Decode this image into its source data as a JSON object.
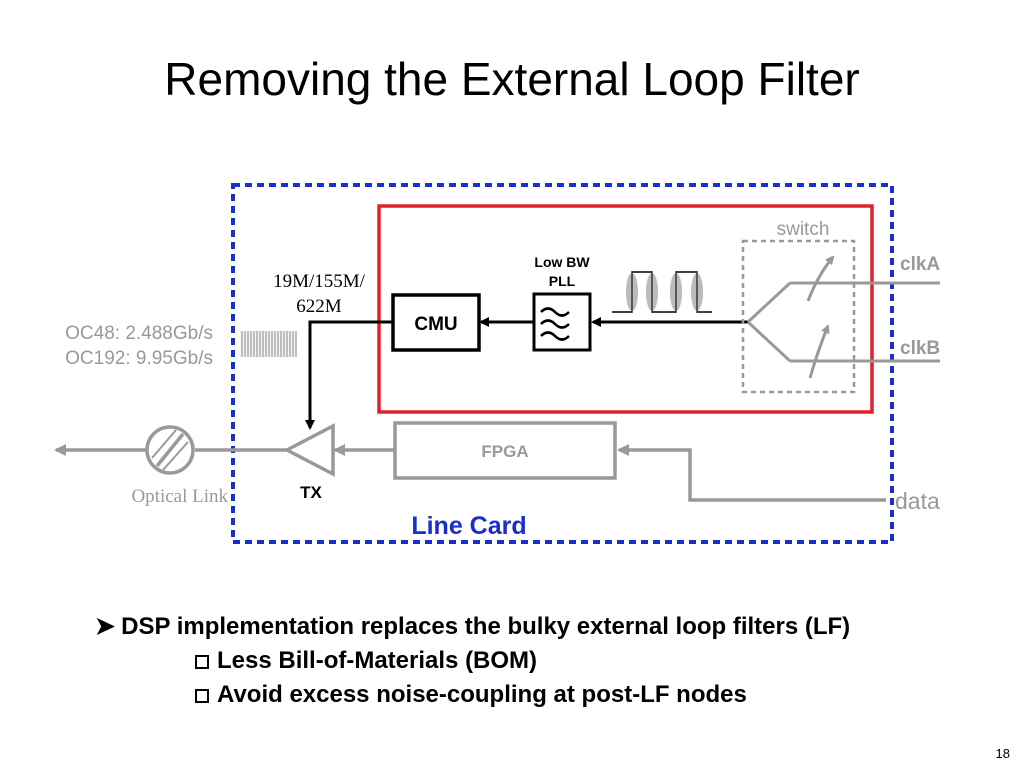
{
  "title": "Removing the External Loop Filter",
  "diagram": {
    "line_card_label": "Line Card",
    "cmu_label": "CMU",
    "pll_label_line1": "Low BW",
    "pll_label_line2": "PLL",
    "switch_label": "switch",
    "clka_label": "clkA",
    "clkb_label": "clkB",
    "freq_line1": "19M/155M/",
    "freq_line2": "622M",
    "oc48_label": "OC48: 2.488Gb/s",
    "oc192_label": "OC192: 9.95Gb/s",
    "fpga_label": "FPGA",
    "tx_label": "TX",
    "optical_link_label": "Optical Link",
    "data_label": "data",
    "colors": {
      "line_card_border": "#1a2ecc",
      "red_box": "#e0202a",
      "gray": "#999999",
      "line_card_text": "#1a2ecc"
    }
  },
  "bullets": {
    "main": "DSP implementation replaces the bulky external loop filters (LF)",
    "sub": [
      "Less Bill-of-Materials (BOM)",
      "Avoid excess noise-coupling at post-LF nodes"
    ]
  },
  "page_number": "18"
}
